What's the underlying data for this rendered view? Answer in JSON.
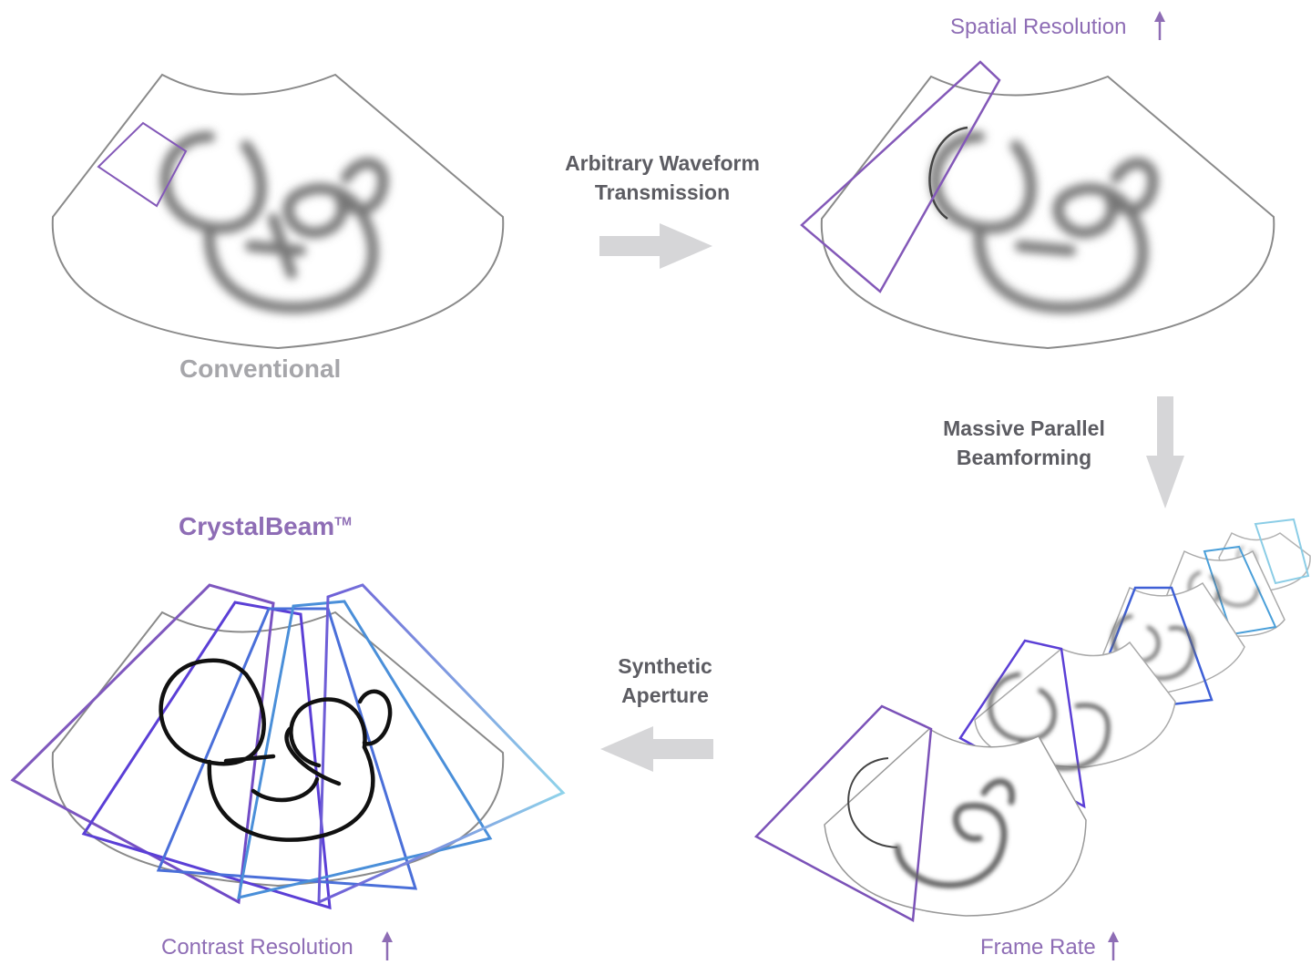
{
  "stages": {
    "conventional": {
      "label": "Conventional"
    },
    "crystalbeam": {
      "label": "CrystalBeam",
      "trademark": "TM"
    }
  },
  "transitions": {
    "arbitrary_waveform": {
      "line1": "Arbitrary Waveform",
      "line2": "Transmission"
    },
    "massive_parallel": {
      "line1": "Massive Parallel",
      "line2": "Beamforming"
    },
    "synthetic_aperture": {
      "line1": "Synthetic",
      "line2": "Aperture"
    }
  },
  "metrics": {
    "spatial": "Spatial Resolution",
    "frame_rate": "Frame Rate",
    "contrast": "Contrast Resolution"
  },
  "colors": {
    "accent": "#8e6db5",
    "arrow_gray": "#d6d6d8",
    "outline_gray": "#8a8a8a",
    "beam_violet": "#7b52b8",
    "beam_indigo": "#5b3fd6",
    "beam_blue": "#4a6fd9",
    "beam_light_blue": "#7fc8e4"
  }
}
